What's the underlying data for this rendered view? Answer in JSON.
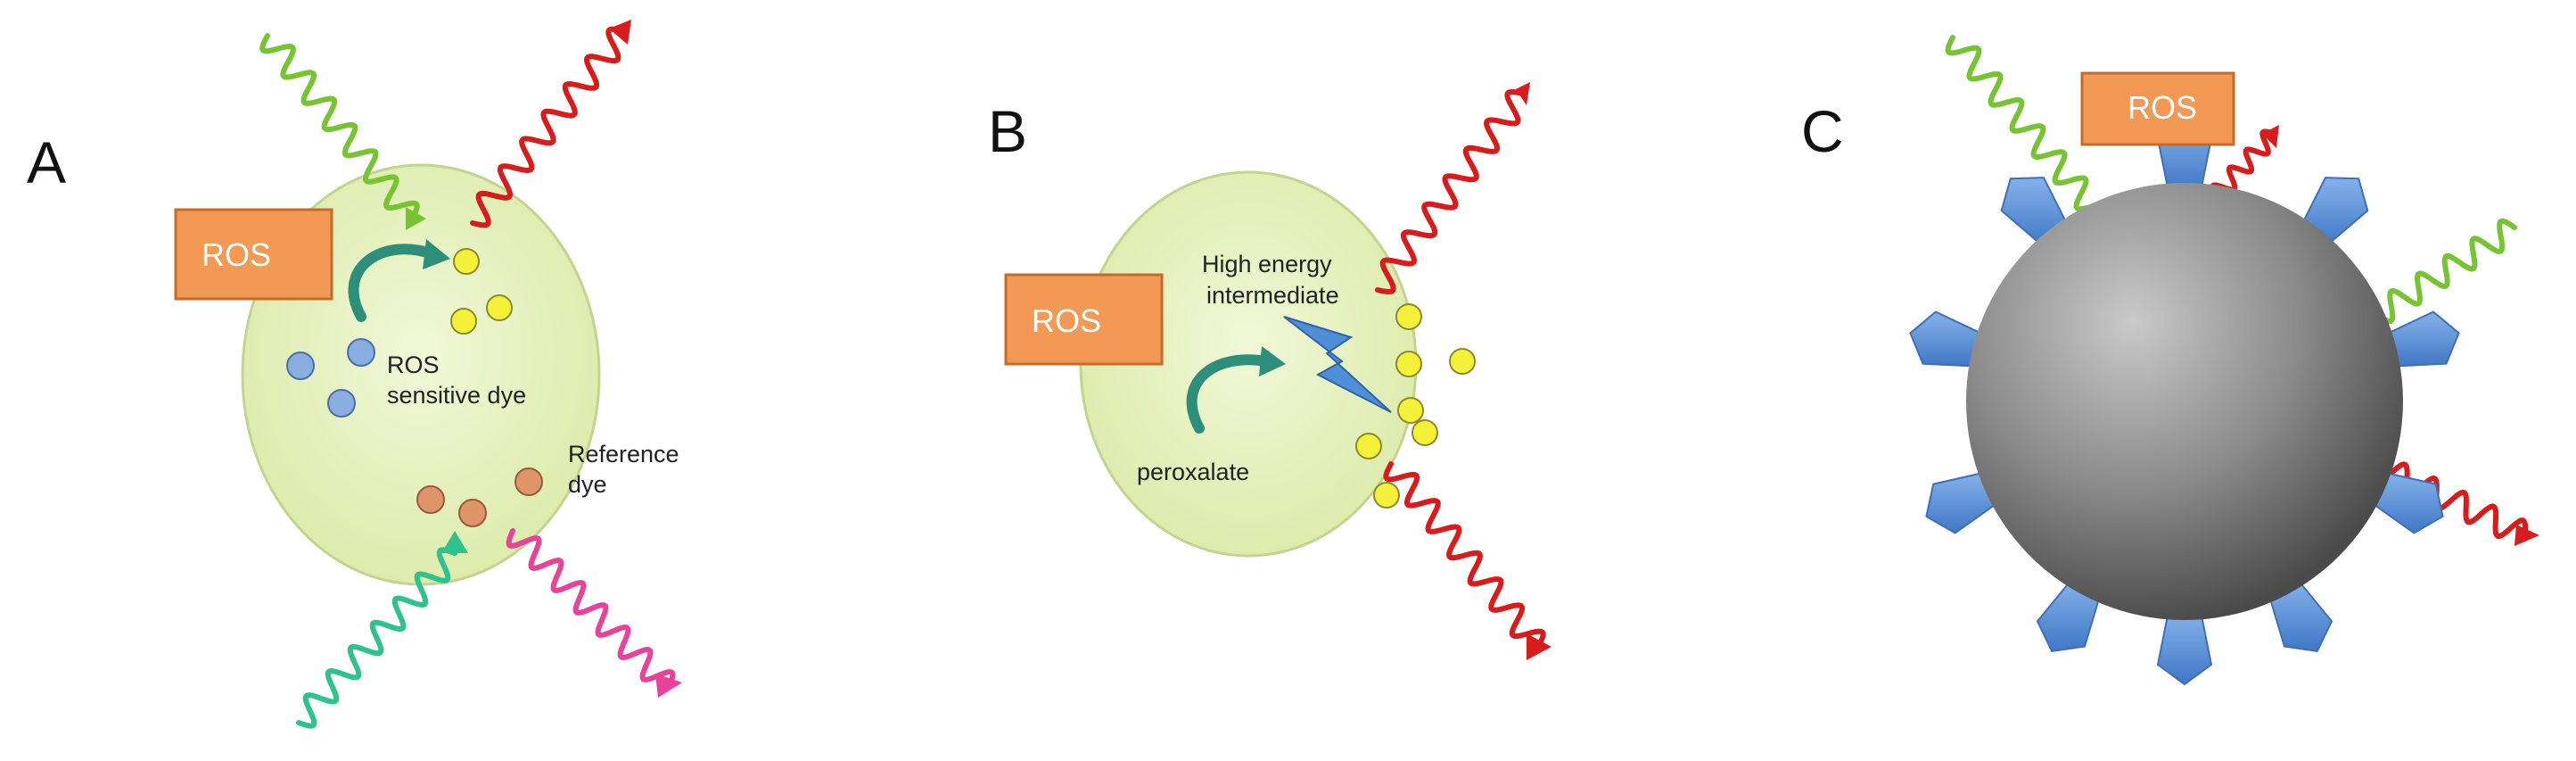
{
  "colors": {
    "particle_fill": "#e8f3c4",
    "particle_stroke": "#c2d48e",
    "ros_box": "#f29a55",
    "ros_box_stroke": "#c56b28",
    "yellow_dot": "#f5f03a",
    "blue_dot": "#8aaee0",
    "orange_dot": "#e0946a",
    "green_wave": "#77c432",
    "red_wave": "#d81c1c",
    "teal_wave": "#2fc28d",
    "pink_wave": "#e8439b",
    "teal_arrow": "#2d8f7a",
    "lightning": "#4f8fd8",
    "gray_sphere": "#8a8a8a",
    "spike": "#5b93d9"
  },
  "panels": {
    "a": {
      "letter": "A",
      "ros_label": "ROS",
      "dye_label_line1": "ROS",
      "dye_label_line2": "sensitive dye",
      "ref_label_line1": "Reference",
      "ref_label_line2": "dye"
    },
    "b": {
      "letter": "B",
      "ros_label": "ROS",
      "intermediate_line1": "High energy",
      "intermediate_line2": "intermediate",
      "peroxalate_label": "peroxalate"
    },
    "c": {
      "letter": "C",
      "ros_label": "ROS"
    }
  }
}
